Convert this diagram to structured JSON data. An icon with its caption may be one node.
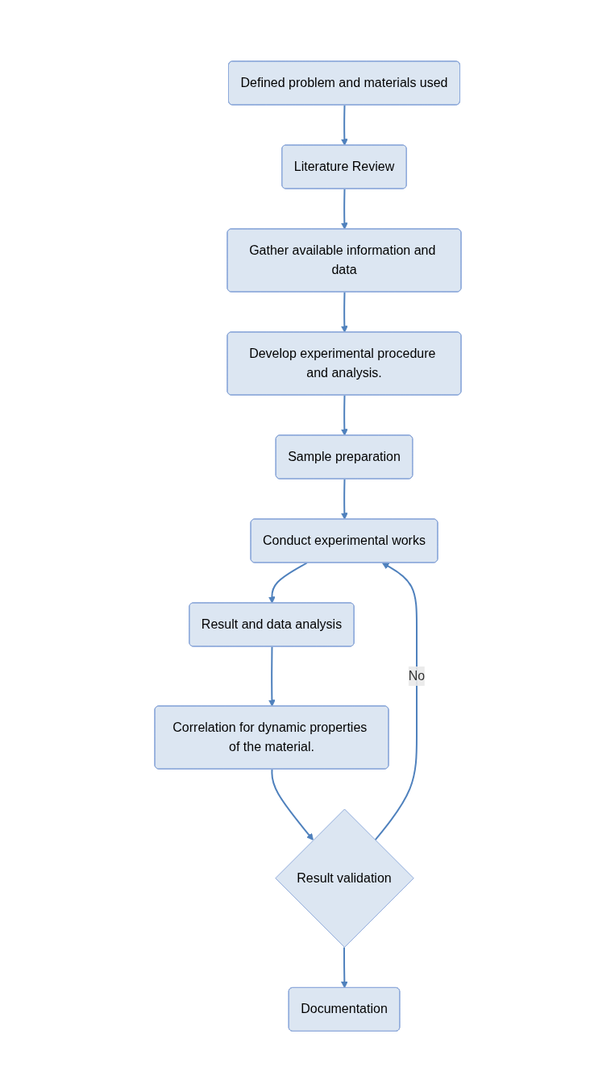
{
  "diagram": {
    "nodes": [
      {
        "text": [
          "Defined problem and materials used"
        ]
      },
      {
        "text": [
          "Literature Review"
        ]
      },
      {
        "text": [
          "Gather available information and data"
        ]
      },
      {
        "text": [
          "Develop experimental procedure and analysis."
        ]
      },
      {
        "text": [
          "Sample preparation"
        ]
      },
      {
        "text": [
          "Conduct experimental works"
        ]
      },
      {
        "text": [
          "Result and data analysis"
        ]
      },
      {
        "text": [
          "Correlation for dynamic properties of the material."
        ]
      },
      {
        "text": [
          "Result validation"
        ]
      },
      {
        "text": [
          "Documentation"
        ]
      }
    ],
    "edges": [
      {
        "from": 0,
        "to": 1,
        "arrow": "to"
      },
      {
        "from": 1,
        "to": 2,
        "arrow": "to"
      },
      {
        "from": 2,
        "to": 3,
        "arrow": "to"
      },
      {
        "from": 3,
        "to": 4,
        "arrow": "to"
      },
      {
        "from": 4,
        "to": 5,
        "arrow": "to"
      },
      {
        "from": 5,
        "to": 6,
        "arrow": "to"
      },
      {
        "from": 6,
        "to": 7,
        "arrow": "to"
      },
      {
        "from": 7,
        "to": 8,
        "arrow": "to"
      },
      {
        "from": 8,
        "to": 9,
        "arrow": "to"
      },
      {
        "from": 8,
        "to": 5,
        "arrow": "to",
        "label": "No"
      }
    ]
  }
}
